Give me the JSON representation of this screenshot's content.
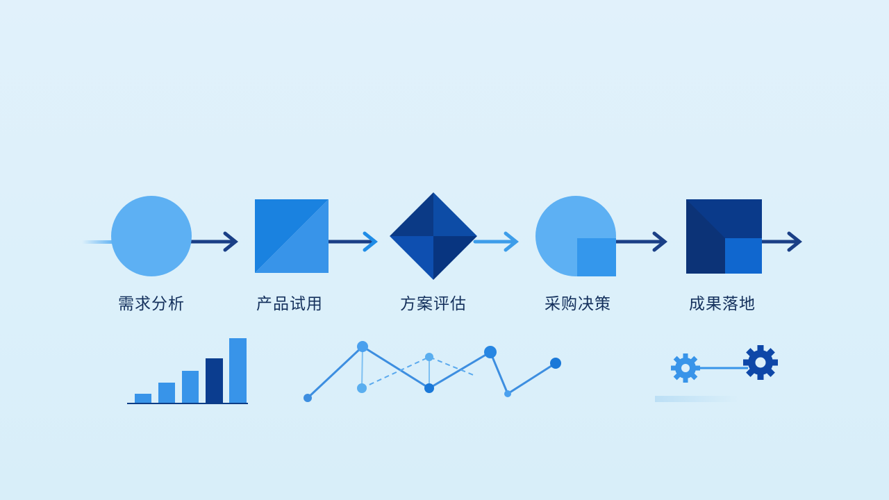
{
  "flow": {
    "steps": [
      {
        "label": "需求分析",
        "shape": "circle"
      },
      {
        "label": "产品试用",
        "shape": "square"
      },
      {
        "label": "方案评估",
        "shape": "diamond"
      },
      {
        "label": "采购决策",
        "shape": "circle-with-square"
      },
      {
        "label": "成果落地",
        "shape": "square-with-inner-square"
      }
    ]
  },
  "decorations": [
    {
      "name": "bar-chart-icon"
    },
    {
      "name": "line-network-icon"
    },
    {
      "name": "gears-connected-icon"
    }
  ],
  "colors": {
    "light_blue": "#5db0f3",
    "mid_blue": "#1a82e0",
    "dark_blue": "#0b3d8f",
    "navy": "#1a3f86",
    "background": "#dff1fa"
  }
}
